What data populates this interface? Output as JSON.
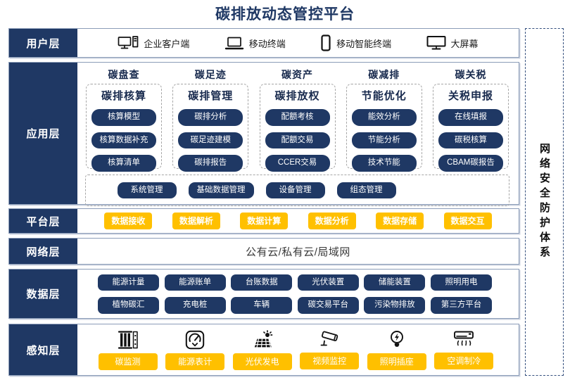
{
  "title": "碳排放动态管控平台",
  "security": {
    "label": "网络安全防护体系"
  },
  "colors": {
    "navy": "#1f3864",
    "yellow": "#ffc000",
    "row_border": "#8b9cb8",
    "dashed_gray": "#a6a6a6"
  },
  "user_layer": {
    "label": "用户层",
    "items": [
      {
        "icon": "desktop-computer",
        "label": "企业客户端"
      },
      {
        "icon": "laptop",
        "label": "移动终端"
      },
      {
        "icon": "smartphone",
        "label": "移动智能终端"
      },
      {
        "icon": "big-screen",
        "label": "大屏幕"
      }
    ]
  },
  "application_layer": {
    "label": "应用层",
    "columns": [
      {
        "header": "碳盘查",
        "subtitle": "碳排核算",
        "items": [
          "核算模型",
          "核算数据补充",
          "核算清单"
        ]
      },
      {
        "header": "碳足迹",
        "subtitle": "碳排管理",
        "items": [
          "碳排分析",
          "碳足迹建模",
          "碳排报告"
        ]
      },
      {
        "header": "碳资产",
        "subtitle": "碳排放权",
        "items": [
          "配额考核",
          "配额交易",
          "CCER交易"
        ]
      },
      {
        "header": "碳减排",
        "subtitle": "节能优化",
        "items": [
          "能效分析",
          "节能分析",
          "技术节能"
        ]
      },
      {
        "header": "碳关税",
        "subtitle": "关税申报",
        "items": [
          "在线填报",
          "碳税核算",
          "CBAM碳报告"
        ]
      }
    ],
    "common_items": [
      "系统管理",
      "基础数据管理",
      "设备管理",
      "组态管理"
    ]
  },
  "platform_layer": {
    "label": "平台层",
    "items": [
      "数据接收",
      "数据解析",
      "数据计算",
      "数据分析",
      "数据存储",
      "数据交互"
    ]
  },
  "network_layer": {
    "label": "网络层",
    "content": "公有云/私有云/局域网"
  },
  "data_layer": {
    "label": "数据层",
    "rows": [
      [
        "能源计量",
        "能源账单",
        "台账数据",
        "光伏装置",
        "储能装置",
        "照明用电"
      ],
      [
        "植物碳汇",
        "充电桩",
        "车辆",
        "碳交易平台",
        "污染物排放",
        "第三方平台"
      ]
    ]
  },
  "perception_layer": {
    "label": "感知层",
    "items": [
      {
        "icon": "carbon-monitor",
        "label": "碳监测"
      },
      {
        "icon": "energy-meter",
        "label": "能源表计"
      },
      {
        "icon": "solar-panel",
        "label": "光伏发电"
      },
      {
        "icon": "cctv-camera",
        "label": "视频监控"
      },
      {
        "icon": "light-bulb-socket",
        "label": "照明插座"
      },
      {
        "icon": "air-conditioner",
        "label": "空调制冷"
      }
    ]
  }
}
